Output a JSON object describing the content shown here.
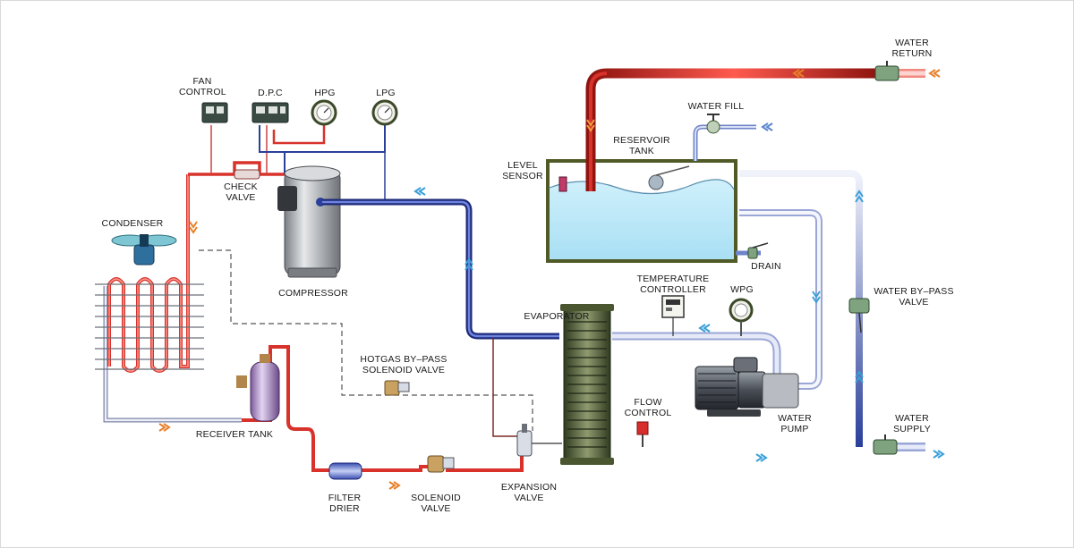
{
  "labels": {
    "fan_control": [
      "FAN",
      "CONTROL"
    ],
    "dpc": "D.P.C",
    "hpg": "HPG",
    "lpg": "LPG",
    "check_valve": [
      "CHECK",
      "VALVE"
    ],
    "condenser": "CONDENSER",
    "compressor": "COMPRESSOR",
    "hotgas_bypass": [
      "HOTGAS BY–PASS",
      "SOLENOID VALVE"
    ],
    "receiver_tank": "RECEIVER TANK",
    "filter_drier": [
      "FILTER",
      "DRIER"
    ],
    "solenoid_valve": [
      "SOLENOID",
      "VALVE"
    ],
    "expansion_valve": [
      "EXPANSION",
      "VALVE"
    ],
    "evaporator": "EVAPORATOR",
    "level_sensor": [
      "LEVEL",
      "SENSOR"
    ],
    "reservoir_tank": [
      "RESERVOIR",
      "TANK"
    ],
    "water_fill": "WATER FILL",
    "drain": "DRAIN",
    "temperature_controller": [
      "TEMPERATURE",
      "CONTROLLER"
    ],
    "wpg": "WPG",
    "flow_control": [
      "FLOW",
      "CONTROL"
    ],
    "water_pump": [
      "WATER",
      "PUMP"
    ],
    "water_return": [
      "WATER",
      "RETURN"
    ],
    "water_bypass_valve": [
      "WATER  BY–PASS",
      "VALVE"
    ],
    "water_supply": [
      "WATER",
      "SUPPLY"
    ]
  },
  "colors": {
    "hot_line": "#d8322b",
    "cold_line": "#2a3f9a",
    "water_line_light": "#dfe6f7",
    "tank_fill": "#cfeefb",
    "tank_frame": "#4f5a26",
    "compressor_body": "#b9bcc0"
  }
}
